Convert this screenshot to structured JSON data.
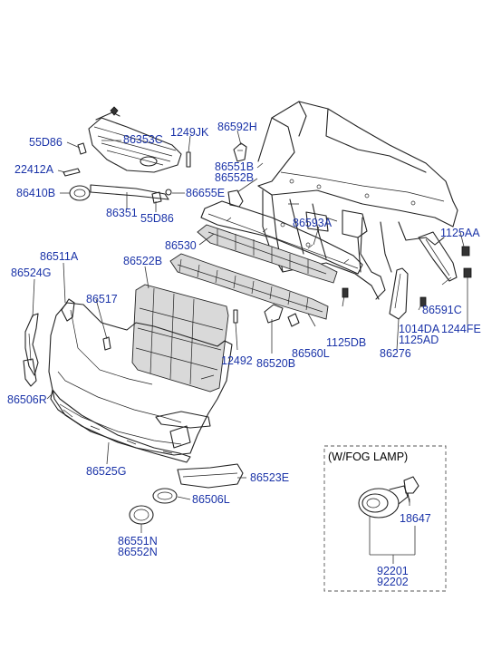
{
  "labels": {
    "p55D86_a": "55D86",
    "p86353C": "86353C",
    "p1249JK": "1249JK",
    "p86592H": "86592H",
    "p22412A": "22412A",
    "p86551B": "86551B",
    "p86552B": "86552B",
    "p86410B": "86410B",
    "p86655E": "86655E",
    "p86351": "86351",
    "p55D86_b": "55D86",
    "p86530": "86530",
    "p86593A": "86593A",
    "p1125AA": "1125AA",
    "p86511A": "86511A",
    "p86522B": "86522B",
    "p86524G": "86524G",
    "p86517": "86517",
    "p86591C": "86591C",
    "p1014DA": "1014DA",
    "p1244FE": "1244FE",
    "p1125DB": "1125DB",
    "p1125AD": "1125AD",
    "p86560L": "86560L",
    "p12492": "12492",
    "p86520B": "86520B",
    "p86276": "86276",
    "p86506R": "86506R",
    "p86525G": "86525G",
    "p86523E": "86523E",
    "p86506L": "86506L",
    "p86551N": "86551N",
    "p86552N": "86552N",
    "p18647": "18647",
    "p92201": "92201",
    "p92202": "92202"
  },
  "fog_box": {
    "title": "(W/FOG LAMP)"
  }
}
